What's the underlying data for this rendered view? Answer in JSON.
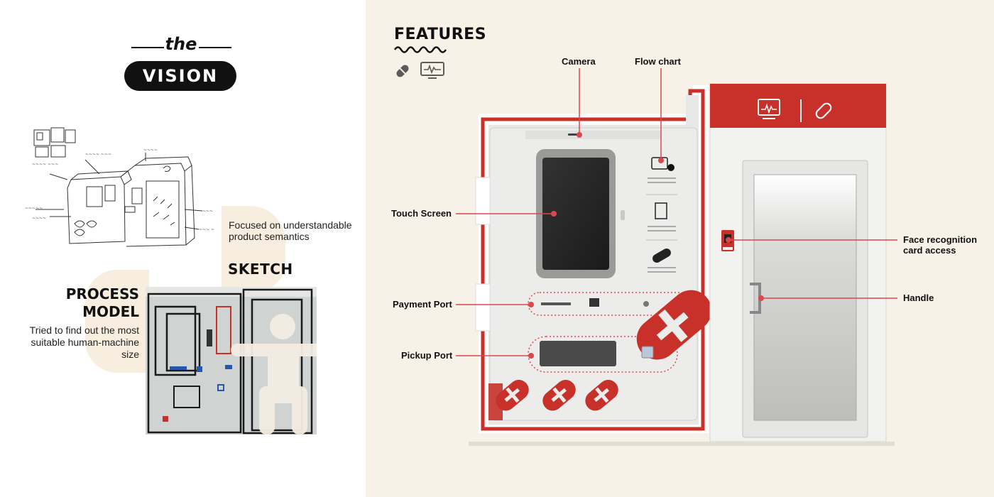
{
  "vision": {
    "the": "the",
    "title": "VISION"
  },
  "sketch": {
    "caption": "Focused on understandable product semantics",
    "heading": "SKETCH"
  },
  "process_model": {
    "heading": "PROCESS MODEL",
    "caption": "Tried to find out the most suitable human-machine size"
  },
  "features": {
    "heading": "FEATURES",
    "icons": [
      "pill-icon",
      "monitor-pulse-icon"
    ],
    "callouts": {
      "camera": "Camera",
      "flow_chart": "Flow chart",
      "touch_screen": "Touch Screen",
      "payment_port": "Payment Port",
      "pickup_port": "Pickup Port",
      "face_recognition": "Face recognition card access",
      "handle": "Handle"
    }
  },
  "colors": {
    "accent_red": "#c8312a",
    "callout_line": "#d9484f",
    "page_bg": "#f8f1e8",
    "machine_body": "#ececea",
    "ink": "#111111"
  }
}
